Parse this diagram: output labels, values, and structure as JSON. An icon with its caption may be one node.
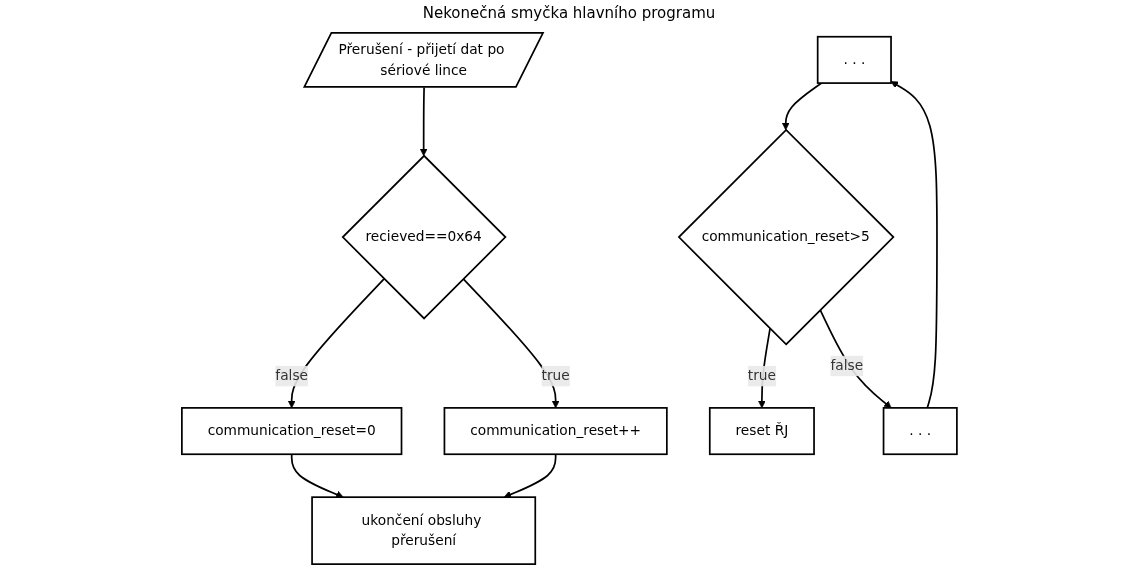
{
  "diagram": {
    "title": "Nekonečná smyčka hlavního programu",
    "nodes": [
      {
        "text": [
          "Přerušení - přijetí dat po sériové lince"
        ]
      },
      {
        "text": [
          "recieved==0x64"
        ]
      },
      {
        "text": [
          "communication_reset++"
        ]
      },
      {
        "text": [
          "communication_reset=0"
        ]
      },
      {
        "text": [
          "ukončení obsluhy přerušení"
        ]
      },
      {
        "text": [
          ". . ."
        ]
      },
      {
        "text": [
          "communication_reset>5"
        ]
      },
      {
        "text": [
          "reset ŘJ"
        ]
      },
      {
        "text": [
          ". . ."
        ]
      }
    ],
    "edges": [
      {
        "from": 0,
        "to": 1,
        "arrow": "to"
      },
      {
        "from": 1,
        "to": 2,
        "label": "true",
        "arrow": "to"
      },
      {
        "from": 1,
        "to": 3,
        "label": "false",
        "arrow": "to"
      },
      {
        "from": 3,
        "to": 4,
        "arrow": "to"
      },
      {
        "from": 2,
        "to": 4,
        "arrow": "to"
      },
      {
        "from": 5,
        "to": 6,
        "arrow": "to"
      },
      {
        "from": 6,
        "to": 7,
        "label": "true",
        "arrow": "to"
      },
      {
        "from": 6,
        "to": 8,
        "label": "false",
        "arrow": "to"
      },
      {
        "from": 8,
        "to": 5,
        "arrow": "to"
      }
    ]
  }
}
